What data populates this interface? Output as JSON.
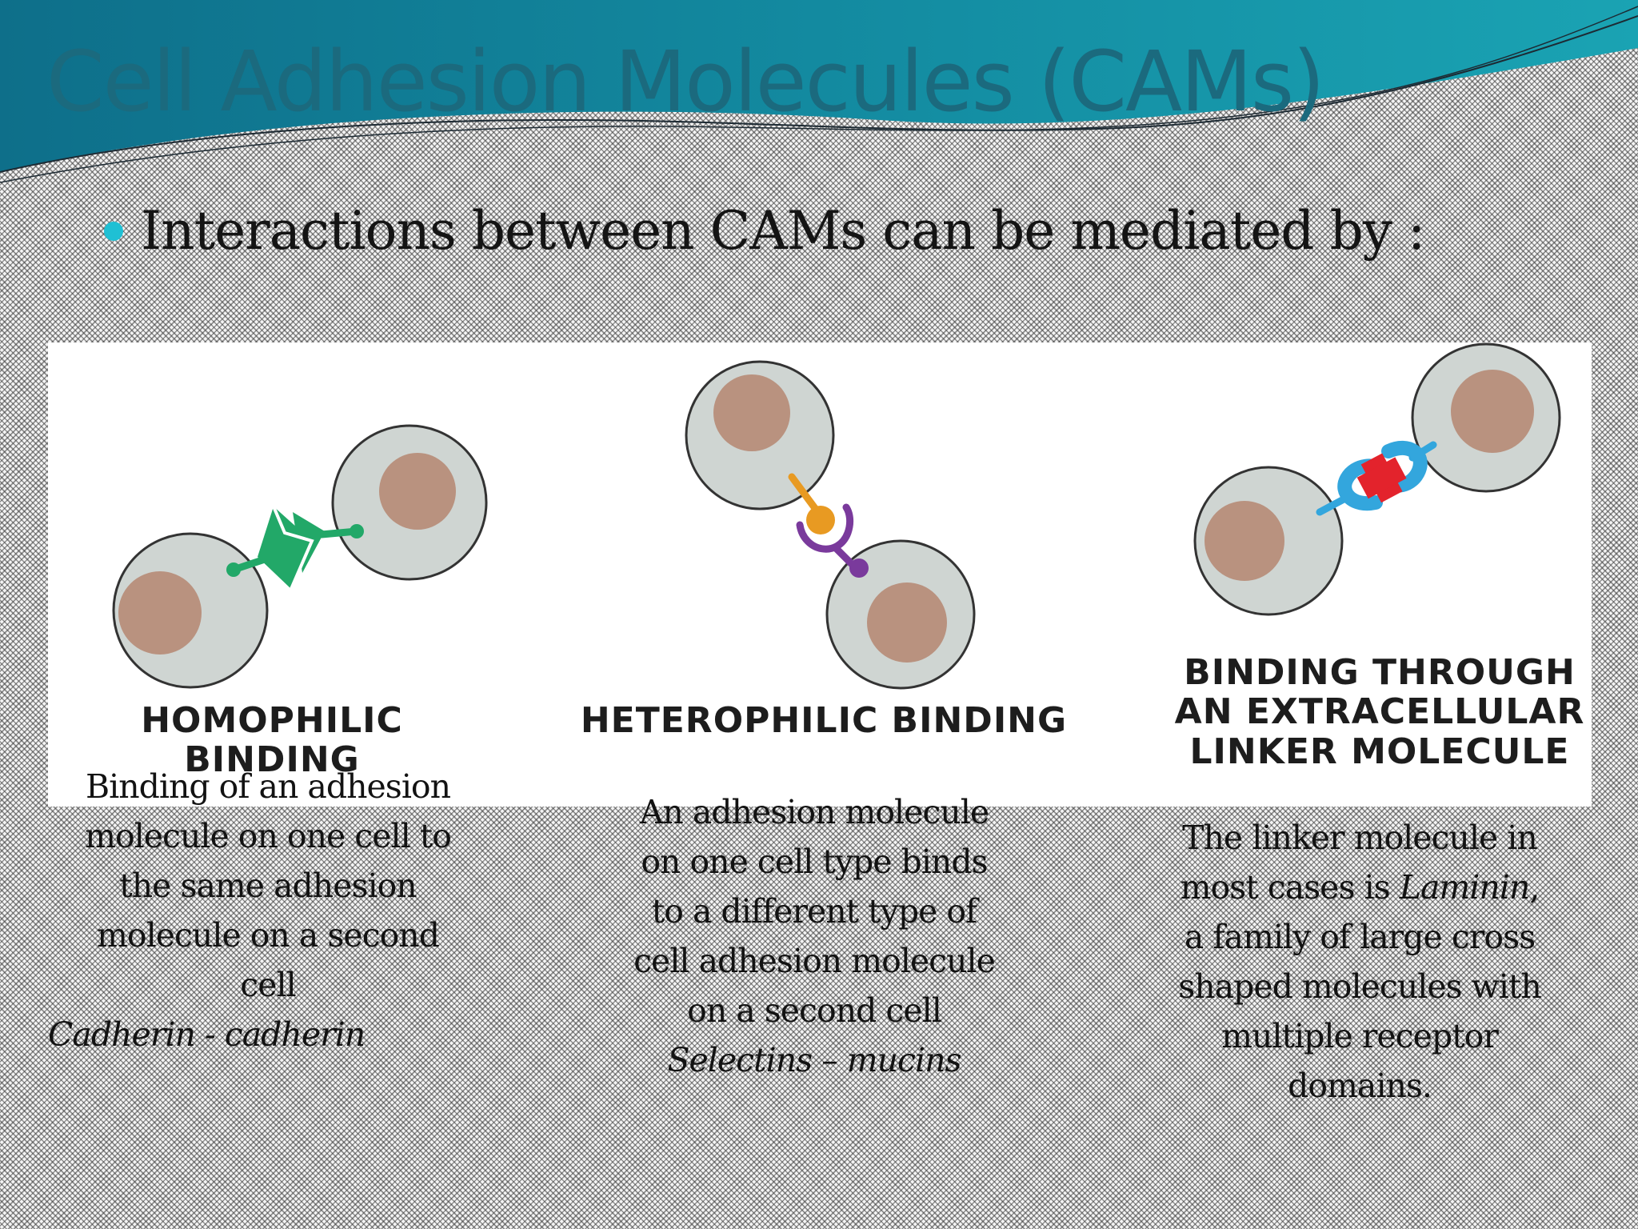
{
  "theme": {
    "title_color": "#1b6a7e",
    "bullet_color": "#1fc0d4",
    "header_gradient": [
      "#0e6f8a",
      "#1aa3b3"
    ]
  },
  "header": {
    "title": "Cell Adhesion Molecules (CAMs)"
  },
  "bullet": {
    "text": "Interactions between CAMs can be mediated by :"
  },
  "figure": {
    "labels": {
      "homophilic": "HOMOPHILIC BINDING",
      "heterophilic": "HETEROPHILIC BINDING",
      "linker": [
        "BINDING THROUGH",
        "AN EXTRACELLULAR",
        "LINKER MOLECULE"
      ]
    },
    "colors": {
      "cell_fill": "#cfd5d2",
      "nucleus_fill": "#b9927f",
      "homophilic_molecule": "#22a868",
      "heterophilic_ligand": "#e89a22",
      "heterophilic_receptor": "#7a3a9c",
      "linker_receptor": "#33a6dd",
      "linker_molecule": "#e3232c"
    }
  },
  "captions": {
    "homophilic": {
      "lines": [
        "Binding of an adhesion",
        "molecule on one cell to",
        "the same adhesion",
        "molecule on a second",
        "cell"
      ],
      "example": "Cadherin - cadherin"
    },
    "heterophilic": {
      "lines": [
        "An adhesion molecule",
        "on one cell type binds",
        "to a different type of",
        "cell adhesion molecule",
        "on a second cell"
      ],
      "example": "Selectins – mucins"
    },
    "linker": {
      "line1": "The linker molecule in",
      "line2_prefix": "most cases is ",
      "line2_italic": "Laminin",
      "line2_suffix": ",",
      "lines_rest": [
        "a family of large cross",
        "shaped molecules with",
        "multiple receptor",
        "domains."
      ]
    }
  }
}
